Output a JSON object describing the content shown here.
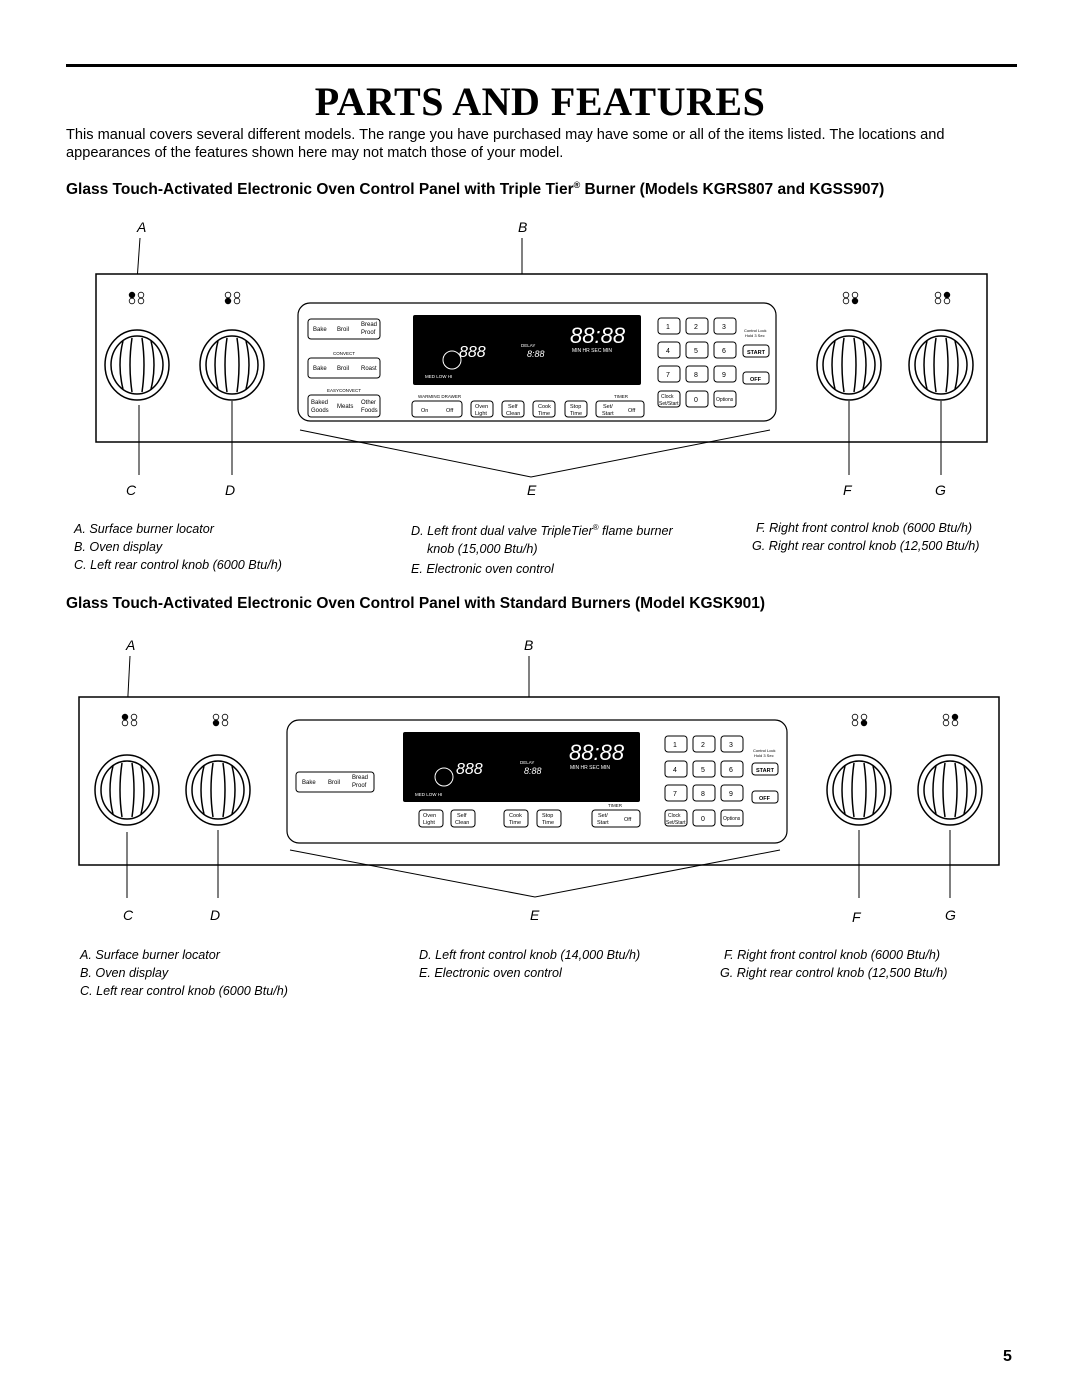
{
  "page": {
    "title": "PARTS AND FEATURES",
    "intro": "This manual covers several different models. The range you have purchased may have some or all of the items listed. The locations and appearances of the features shown here may not match those of your model.",
    "page_number": "5"
  },
  "section1": {
    "heading_pre": "Glass Touch-Activated Electronic Oven Control Panel with Triple Tier",
    "heading_reg": "®",
    "heading_post": " Burner (Models KGRS807 and KGSS907)",
    "callouts": {
      "a": "A",
      "b": "B",
      "c": "C",
      "d": "D",
      "e": "E",
      "f": "F",
      "g": "G"
    },
    "legend": {
      "a": "A. Surface burner locator",
      "b": "B. Oven display",
      "c": "C. Left rear control knob (6000 Btu/h)",
      "d1_pre": "D. Left front dual valve TripleTier",
      "d1_reg": "®",
      "d1_post": " flame burner",
      "d2": "knob (15,000 Btu/h)",
      "e": "E. Electronic oven control",
      "f": "F. Right front control knob (6000 Btu/h)",
      "g": "G. Right rear control knob (12,500 Btu/h)"
    }
  },
  "section2": {
    "heading": "Glass Touch-Activated Electronic Oven Control Panel with Standard Burners (Model KGSK901)",
    "callouts": {
      "a": "A",
      "b": "B",
      "c": "C",
      "d": "D",
      "e": "E",
      "f": "F",
      "g": "G"
    },
    "legend": {
      "a": "A. Surface burner locator",
      "b": "B. Oven display",
      "c": "C. Left rear control knob (6000 Btu/h)",
      "d": "D. Left front control knob (14,000 Btu/h)",
      "e": "E. Electronic oven control",
      "f": "F. Right front control knob (6000 Btu/h)",
      "g": "G. Right rear control knob (12,500 Btu/h)"
    }
  },
  "controls": {
    "bake": "Bake",
    "broil": "Broil",
    "bread": "Bread",
    "proof": "Proof",
    "convect": "CONVECT",
    "roast": "Roast",
    "easyconvect": "EASYCONVECT",
    "baked": "Baked",
    "goods": "Goods",
    "meats": "Meats",
    "other": "Other",
    "foods": "Foods",
    "warming_drawer": "WARMING DRAWER",
    "on": "On",
    "off": "Off",
    "oven": "Oven",
    "light": "Light",
    "self": "Self",
    "clean": "Clean",
    "cook": "Cook",
    "stop": "Stop",
    "time": "Time",
    "timer": "TIMER",
    "set": "Set/",
    "start": "Start",
    "clock": "Clock",
    "setstart": "Set/Start",
    "options": "Options",
    "start_key": "START",
    "off_key": "OFF",
    "control_lock": "Control Lock",
    "hold_3sec": "Hold 3 Sec",
    "keys": [
      "1",
      "2",
      "3",
      "4",
      "5",
      "6",
      "7",
      "8",
      "9",
      "0"
    ],
    "display_time": "88:88",
    "display_digits": "888",
    "display_small": "8:88",
    "display_min_hr": "MIN  HR  SEC  MIN",
    "display_delay": "DELAY",
    "display_med": "MED  LOW  HI"
  }
}
